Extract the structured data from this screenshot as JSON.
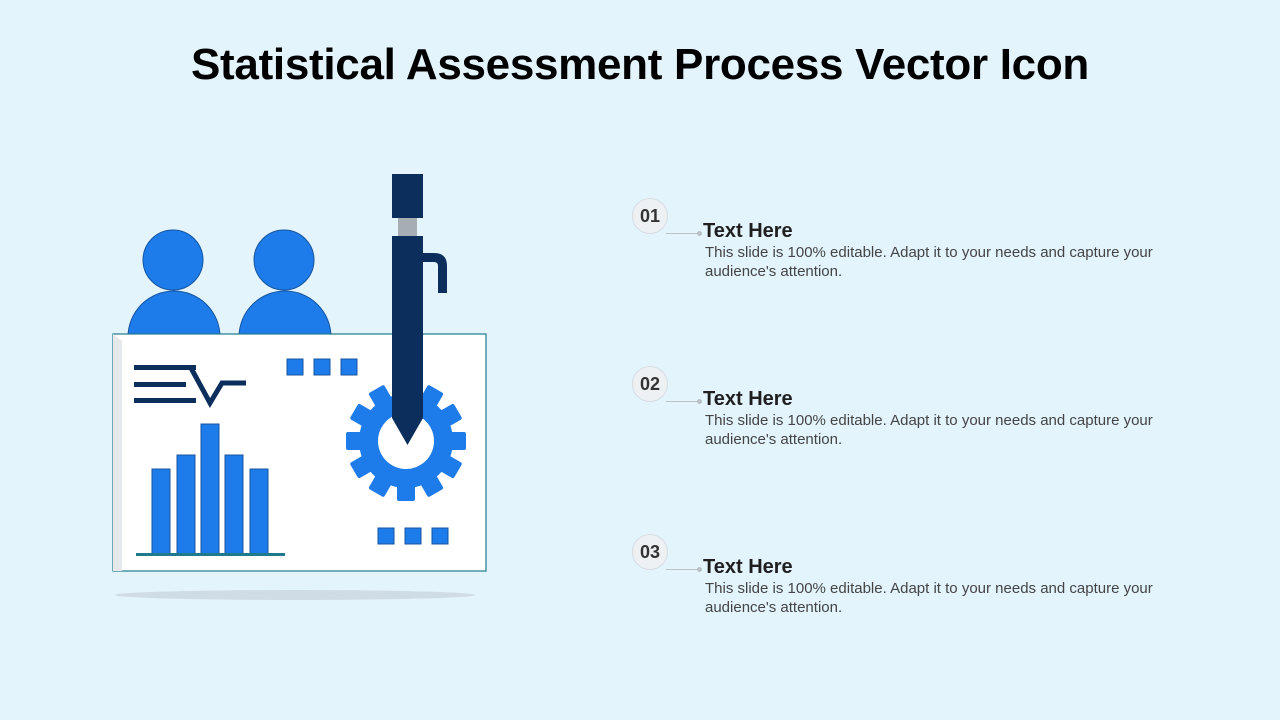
{
  "slide": {
    "title": "Statistical Assessment Process Vector Icon"
  },
  "colors": {
    "background": "#e3f4fd",
    "accent_blue": "#1e7bea",
    "navy": "#0b2e5c",
    "board_border": "#1f7a8c"
  },
  "icons": [
    "person-icon",
    "pen-icon",
    "gear-icon",
    "bar-chart-icon",
    "pulse-line-icon"
  ],
  "items": [
    {
      "number": "01",
      "heading": "Text Here",
      "body": "This slide is 100% editable. Adapt it to your needs and capture your audience's attention."
    },
    {
      "number": "02",
      "heading": "Text Here",
      "body": "This slide is 100% editable. Adapt it to your needs and capture your audience's attention."
    },
    {
      "number": "03",
      "heading": "Text Here",
      "body": "This slide is 100% editable. Adapt it to your needs and capture your audience's attention."
    }
  ]
}
